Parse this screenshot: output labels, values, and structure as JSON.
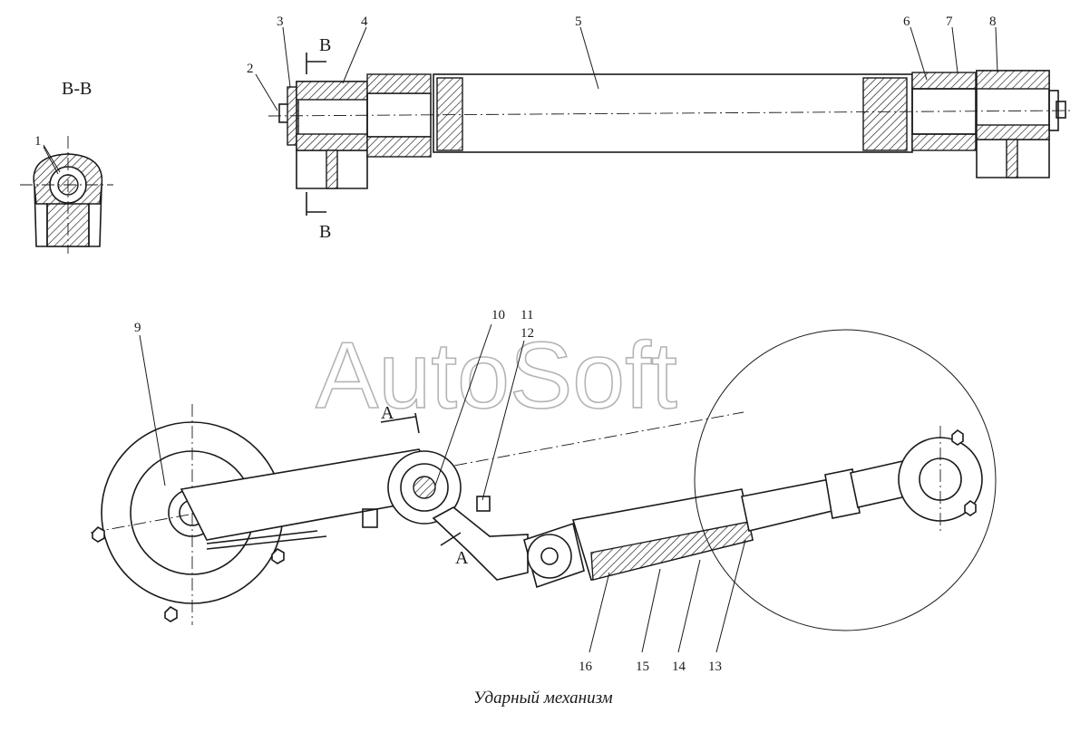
{
  "caption": "Ударный механизм",
  "watermark": "AutoSoft",
  "section_view": {
    "title": "B-B",
    "cut_mark_label": "B"
  },
  "view_a": {
    "label": "A"
  },
  "callouts": [
    "1",
    "2",
    "3",
    "4",
    "5",
    "6",
    "7",
    "8",
    "9",
    "10",
    "11",
    "12",
    "13",
    "14",
    "15",
    "16"
  ]
}
